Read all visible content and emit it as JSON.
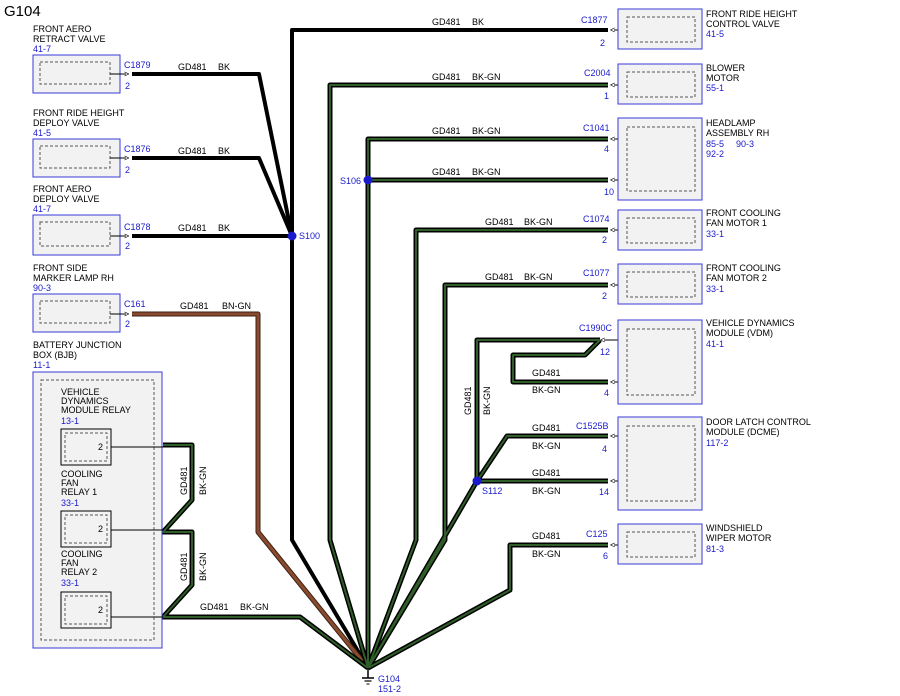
{
  "title": "G104",
  "wire": {
    "circuit": "GD481",
    "bk": "BK",
    "bkgn": "BK-GN",
    "bngn": "BN-GN"
  },
  "splices": {
    "s100": "S100",
    "s106": "S106",
    "s112": "S112"
  },
  "ground": {
    "name": "G104",
    "ref": "151-2"
  },
  "left": [
    {
      "name1": "FRONT AERO",
      "name2": "RETRACT VALVE",
      "ref": "41-7",
      "conn": "C1879",
      "pin": "2"
    },
    {
      "name1": "FRONT RIDE HEIGHT",
      "name2": "DEPLOY VALVE",
      "ref": "41-5",
      "conn": "C1876",
      "pin": "2"
    },
    {
      "name1": "FRONT AERO",
      "name2": "DEPLOY VALVE",
      "ref": "41-7",
      "conn": "C1878",
      "pin": "2"
    },
    {
      "name1": "FRONT SIDE",
      "name2": "MARKER LAMP RH",
      "ref": "90-3",
      "conn": "C161",
      "pin": "2"
    }
  ],
  "bjb": {
    "name1": "BATTERY JUNCTION",
    "name2": "BOX (BJB)",
    "ref": "11-1",
    "relays": [
      {
        "lines": [
          "VEHICLE",
          "DYNAMICS",
          "MODULE RELAY"
        ],
        "ref": "13-1",
        "pin": "2"
      },
      {
        "lines": [
          "COOLING",
          "FAN",
          "RELAY 1"
        ],
        "ref": "33-1",
        "pin": "2"
      },
      {
        "lines": [
          "COOLING",
          "FAN",
          "RELAY 2"
        ],
        "ref": "33-1",
        "pin": "2"
      }
    ]
  },
  "right": [
    {
      "name1": "FRONT RIDE HEIGHT",
      "name2": "CONTROL VALVE",
      "ref": "41-5",
      "conn": "C1877",
      "pin": "2"
    },
    {
      "name1": "BLOWER",
      "name2": "MOTOR",
      "ref": "55-1",
      "conn": "C2004",
      "pin": "1"
    },
    {
      "name1": "HEADLAMP",
      "name2": "ASSEMBLY RH",
      "ref": "85-5",
      "ref_b": "90-3",
      "ref_c": "92-2",
      "conn": "C1041",
      "pin": "4",
      "pin2": "10"
    },
    {
      "name1": "FRONT COOLING",
      "name2": "FAN MOTOR 1",
      "ref": "33-1",
      "conn": "C1074",
      "pin": "2"
    },
    {
      "name1": "FRONT COOLING",
      "name2": "FAN MOTOR 2",
      "ref": "33-1",
      "conn": "C1077",
      "pin": "2"
    },
    {
      "name1": "VEHICLE DYNAMICS",
      "name2": "MODULE (VDM)",
      "ref": "41-1",
      "conn": "C1990C",
      "pin": "12",
      "pin2": "4"
    },
    {
      "name1": "DOOR LATCH CONTROL",
      "name2": "MODULE (DCME)",
      "ref": "117-2",
      "conn": "C1525B",
      "pin": "4",
      "pin2": "14"
    },
    {
      "name1": "WINDSHIELD",
      "name2": "WIPER MOTOR",
      "ref": "81-3",
      "conn": "C125",
      "pin": "6"
    }
  ],
  "colors": {
    "accent": "#1a1acc",
    "green": "#2f5e28",
    "brown": "#8b4a2d",
    "black": "#000000"
  }
}
